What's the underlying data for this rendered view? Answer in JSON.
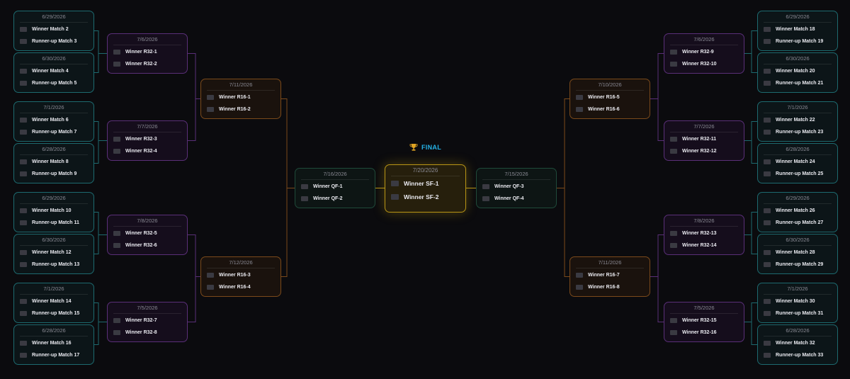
{
  "final_label": "FINAL",
  "colors": {
    "r32": "#1d6a6f",
    "r16": "#5a2f78",
    "qf": "#7b4a1b",
    "sf": "#1f4a3a",
    "final": "#b89516",
    "final_label": "#25b3e8"
  },
  "icons": {
    "trophy": "trophy-icon",
    "flag": "flag-placeholder-icon"
  },
  "rounds": {
    "round_of_32": [
      {
        "id": "l32-1",
        "date": "6/29/2026",
        "teams": [
          "Winner Match 2",
          "Runner-up Match 3"
        ]
      },
      {
        "id": "l32-2",
        "date": "6/30/2026",
        "teams": [
          "Winner Match 4",
          "Runner-up Match 5"
        ]
      },
      {
        "id": "l32-3",
        "date": "7/1/2026",
        "teams": [
          "Winner Match 6",
          "Runner-up Match 7"
        ]
      },
      {
        "id": "l32-4",
        "date": "6/28/2026",
        "teams": [
          "Winner Match 8",
          "Runner-up Match 9"
        ]
      },
      {
        "id": "l32-5",
        "date": "6/29/2026",
        "teams": [
          "Winner Match 10",
          "Runner-up Match 11"
        ]
      },
      {
        "id": "l32-6",
        "date": "6/30/2026",
        "teams": [
          "Winner Match 12",
          "Runner-up Match 13"
        ]
      },
      {
        "id": "l32-7",
        "date": "7/1/2026",
        "teams": [
          "Winner Match 14",
          "Runner-up Match 15"
        ]
      },
      {
        "id": "l32-8",
        "date": "6/28/2026",
        "teams": [
          "Winner Match 16",
          "Runner-up Match 17"
        ]
      },
      {
        "id": "r32-1",
        "date": "6/29/2026",
        "teams": [
          "Winner Match 18",
          "Runner-up Match 19"
        ]
      },
      {
        "id": "r32-2",
        "date": "6/30/2026",
        "teams": [
          "Winner Match 20",
          "Runner-up Match 21"
        ]
      },
      {
        "id": "r32-3",
        "date": "7/1/2026",
        "teams": [
          "Winner Match 22",
          "Runner-up Match 23"
        ]
      },
      {
        "id": "r32-4",
        "date": "6/28/2026",
        "teams": [
          "Winner Match 24",
          "Runner-up Match 25"
        ]
      },
      {
        "id": "r32-5",
        "date": "6/29/2026",
        "teams": [
          "Winner Match 26",
          "Runner-up Match 27"
        ]
      },
      {
        "id": "r32-6",
        "date": "6/30/2026",
        "teams": [
          "Winner Match 28",
          "Runner-up Match 29"
        ]
      },
      {
        "id": "r32-7",
        "date": "7/1/2026",
        "teams": [
          "Winner Match 30",
          "Runner-up Match 31"
        ]
      },
      {
        "id": "r32-8",
        "date": "6/28/2026",
        "teams": [
          "Winner Match 32",
          "Runner-up Match 33"
        ]
      }
    ],
    "round_of_16": [
      {
        "id": "l16-1",
        "date": "7/6/2026",
        "teams": [
          "Winner R32-1",
          "Winner R32-2"
        ]
      },
      {
        "id": "l16-2",
        "date": "7/7/2026",
        "teams": [
          "Winner R32-3",
          "Winner R32-4"
        ]
      },
      {
        "id": "l16-3",
        "date": "7/8/2026",
        "teams": [
          "Winner R32-5",
          "Winner R32-6"
        ]
      },
      {
        "id": "l16-4",
        "date": "7/5/2026",
        "teams": [
          "Winner R32-7",
          "Winner R32-8"
        ]
      },
      {
        "id": "r16-1",
        "date": "7/6/2026",
        "teams": [
          "Winner R32-9",
          "Winner R32-10"
        ]
      },
      {
        "id": "r16-2",
        "date": "7/7/2026",
        "teams": [
          "Winner R32-11",
          "Winner R32-12"
        ]
      },
      {
        "id": "r16-3",
        "date": "7/8/2026",
        "teams": [
          "Winner R32-13",
          "Winner R32-14"
        ]
      },
      {
        "id": "r16-4",
        "date": "7/5/2026",
        "teams": [
          "Winner R32-15",
          "Winner R32-16"
        ]
      }
    ],
    "quarterfinals": [
      {
        "id": "lqf-1",
        "date": "7/11/2026",
        "teams": [
          "Winner R16-1",
          "Winner R16-2"
        ]
      },
      {
        "id": "lqf-2",
        "date": "7/12/2026",
        "teams": [
          "Winner R16-3",
          "Winner R16-4"
        ]
      },
      {
        "id": "rqf-1",
        "date": "7/10/2026",
        "teams": [
          "Winner R16-5",
          "Winner R16-6"
        ]
      },
      {
        "id": "rqf-2",
        "date": "7/11/2026",
        "teams": [
          "Winner R16-7",
          "Winner R16-8"
        ]
      }
    ],
    "semifinals": [
      {
        "id": "lsf",
        "date": "7/16/2026",
        "teams": [
          "Winner QF-1",
          "Winner QF-2"
        ]
      },
      {
        "id": "rsf",
        "date": "7/15/2026",
        "teams": [
          "Winner QF-3",
          "Winner QF-4"
        ]
      }
    ],
    "final": {
      "id": "final",
      "date": "7/20/2026",
      "teams": [
        "Winner SF-1",
        "Winner SF-2"
      ]
    }
  }
}
